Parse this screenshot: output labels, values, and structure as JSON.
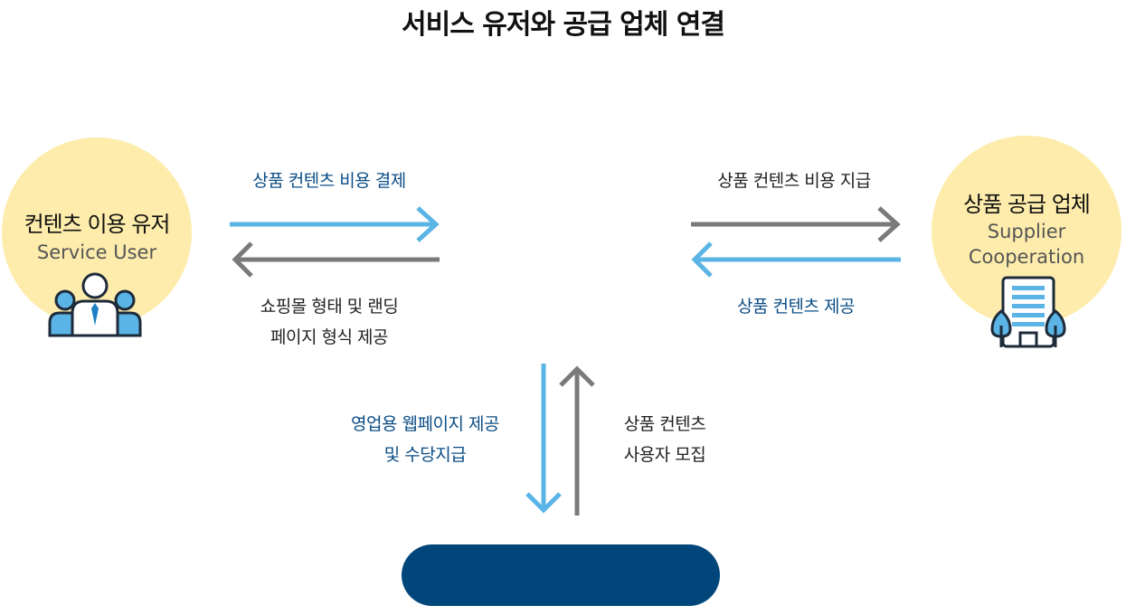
{
  "title": "서비스 유저와 공급 업체 연결",
  "user": {
    "title": "컨텐츠 이용 유저",
    "subtitle": "Service User",
    "icon": "users-icon"
  },
  "supplier": {
    "title": "상품 공급 업체",
    "subtitle_line1": "Supplier",
    "subtitle_line2": "Cooperation",
    "icon": "office-building-icon"
  },
  "labels": {
    "user_to_center_top": "상품 컨텐츠 비용 결제",
    "center_to_user_bottom_line1": "쇼핑몰 형태 및 랜딩",
    "center_to_user_bottom_line2": "페이지 형식 제공",
    "center_to_supplier_top": "상품 컨텐츠 비용 지급",
    "supplier_to_center_bottom": "상품 컨텐츠 제공",
    "down_line1": "영업용 웹페이지 제공",
    "down_line2": "및 수당지급",
    "up_line1": "상품 컨텐츠",
    "up_line2": "사용자 모집"
  },
  "colors": {
    "circle": "#fdecab",
    "arrow_blue": "#5ab4e5",
    "arrow_gray": "#7a7a7a",
    "text_blue": "#0b4d86",
    "pill": "#00467a"
  }
}
